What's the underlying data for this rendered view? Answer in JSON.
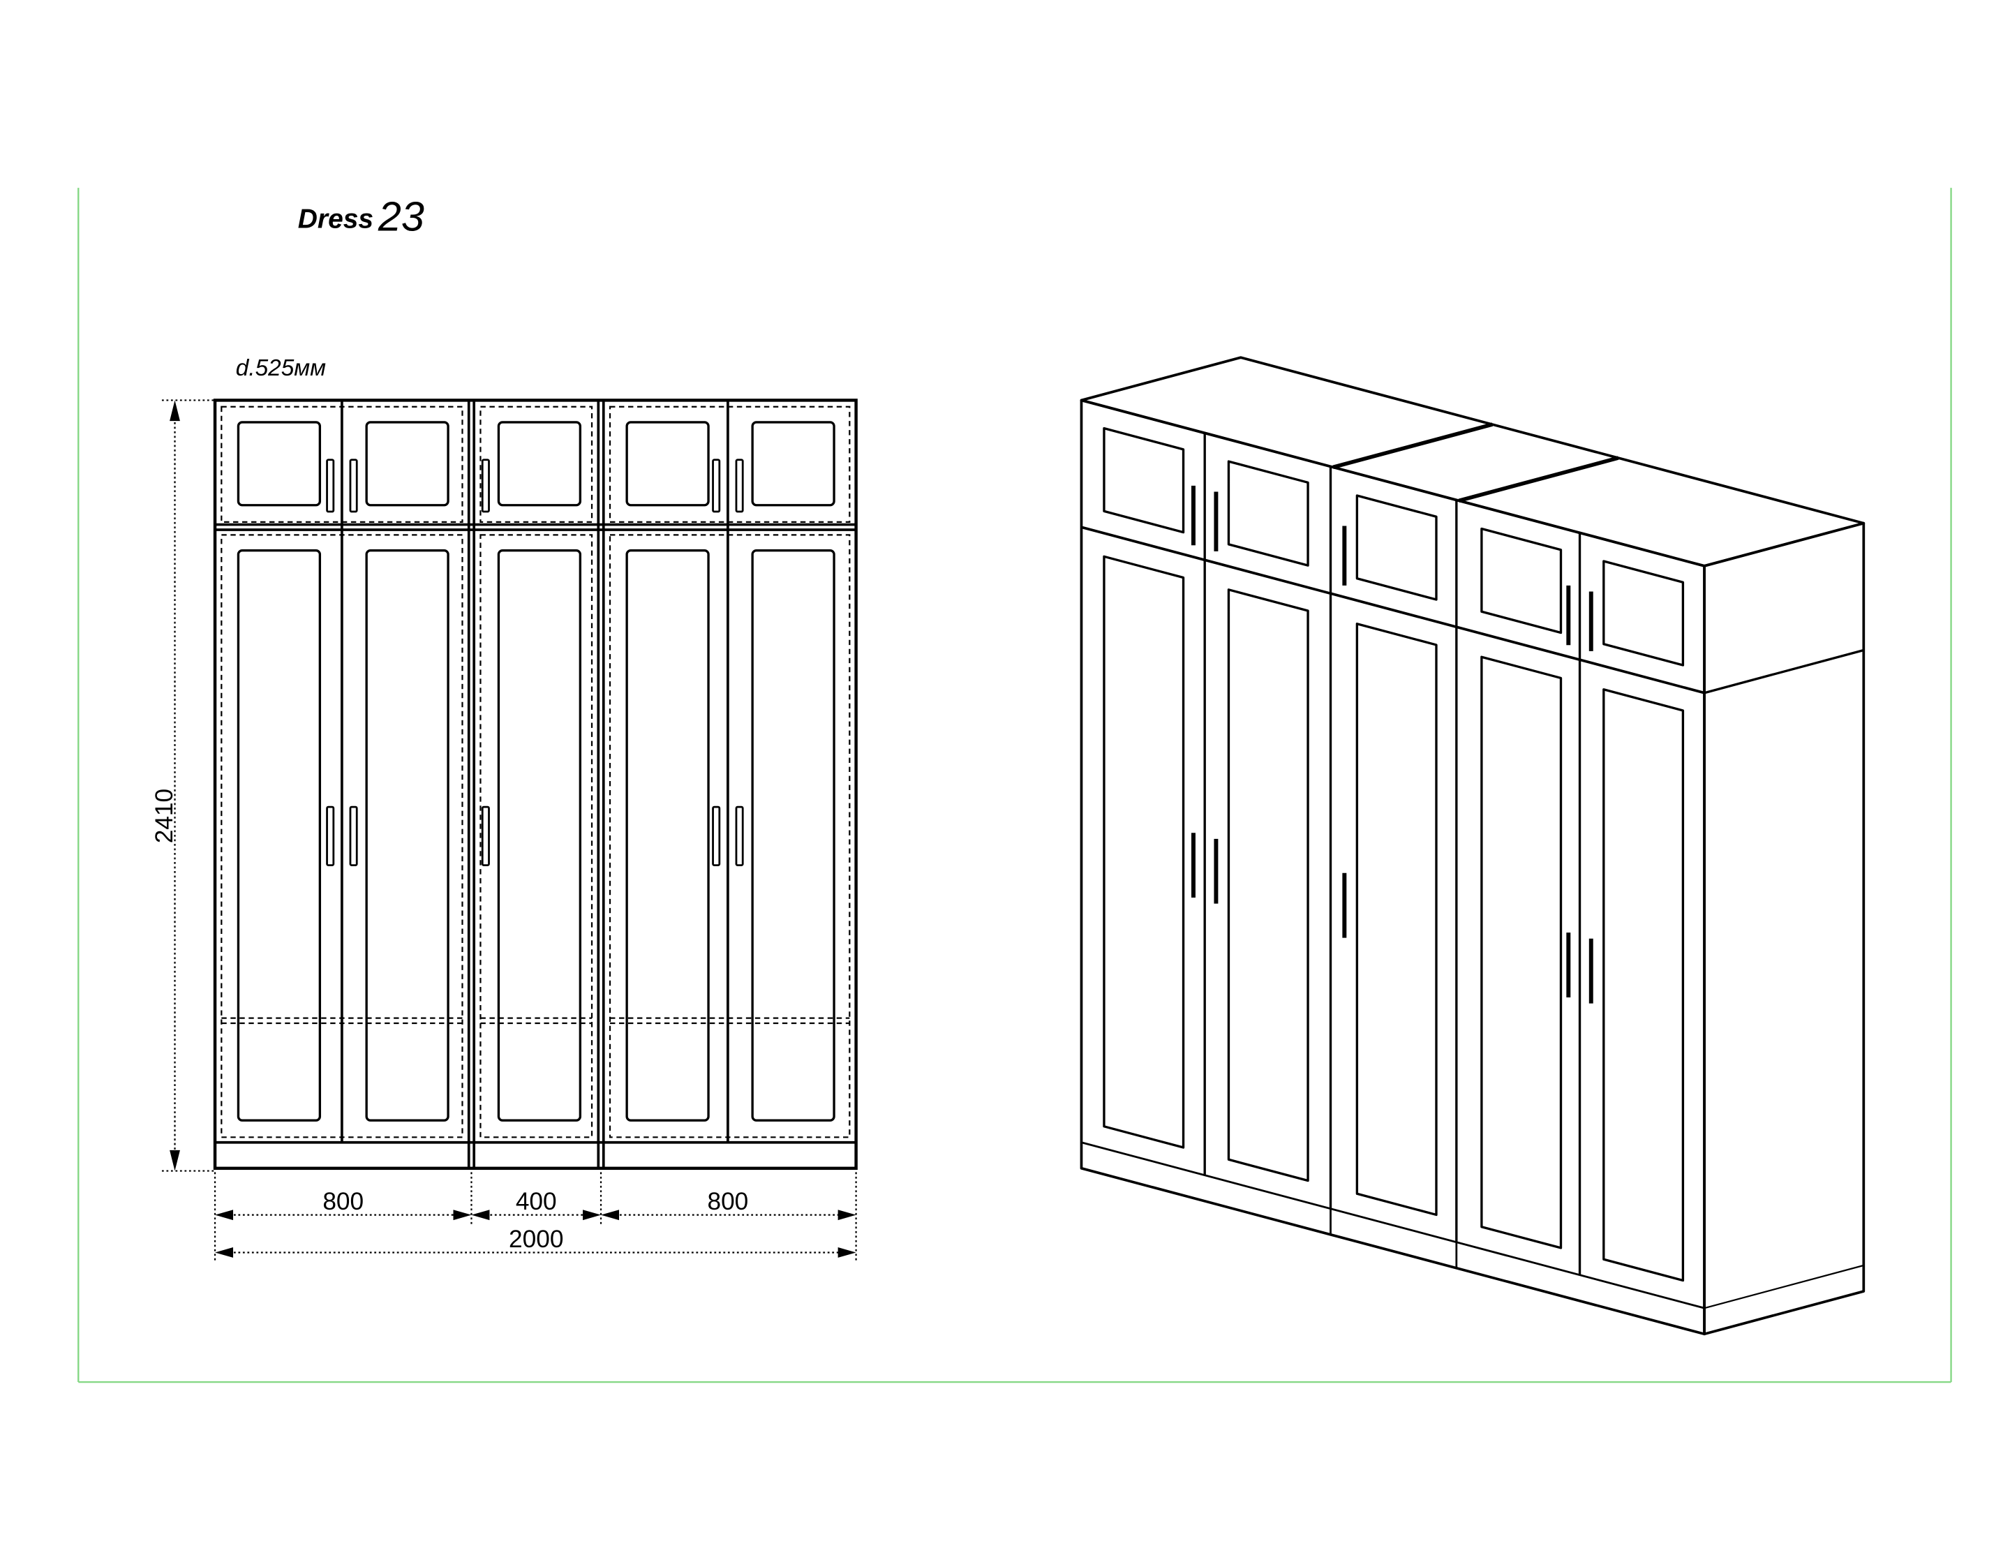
{
  "title": {
    "name": "Dress",
    "number": "23"
  },
  "depth_label": "d.525мм",
  "dimensions": {
    "height": "2410",
    "width_left": "800",
    "width_middle": "400",
    "width_right": "800",
    "width_total": "2000"
  },
  "colors": {
    "frame_border": "#86d886",
    "line": "#000000"
  }
}
